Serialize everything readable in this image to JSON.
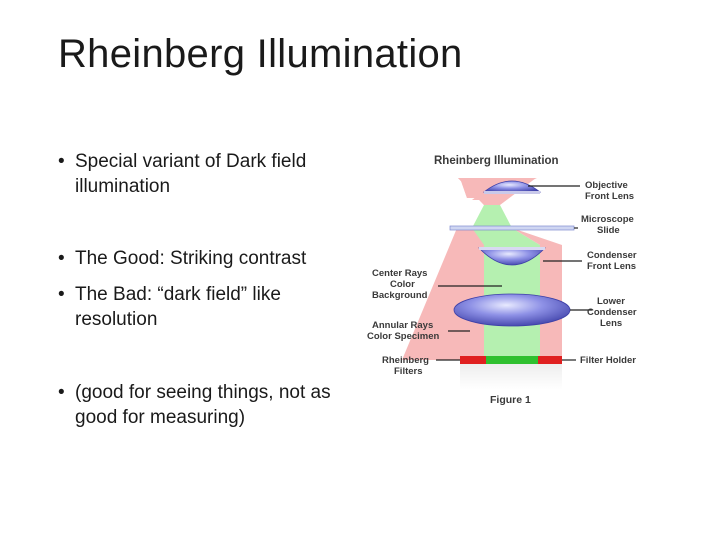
{
  "slide": {
    "title": "Rheinberg Illumination",
    "bullets": [
      {
        "marker": "•",
        "text": "Special variant of Dark field illumination"
      },
      {
        "marker": "•",
        "text": "The Good: Striking contrast"
      },
      {
        "marker": "•",
        "text": "The Bad:  “dark field” like resolution"
      },
      {
        "marker": "•",
        "text": "(good for seeing things, not as good for measuring)"
      }
    ]
  },
  "figure": {
    "title": "Rheinberg Illumination",
    "caption": "Figure 1",
    "labels": {
      "objective": [
        "Objective",
        "Front Lens"
      ],
      "slide": [
        "Microscope",
        "Slide"
      ],
      "condenser_front": [
        "Condenser",
        "Front Lens"
      ],
      "lower_condenser": [
        "Lower",
        "Condenser",
        "Lens"
      ],
      "filter_holder": [
        "Filter Holder"
      ],
      "center_rays": [
        "Center Rays",
        "Color",
        "Background"
      ],
      "annular_rays": [
        "Annular Rays",
        "Color Specimen"
      ],
      "filters": [
        "Rheinberg",
        "Filters"
      ]
    },
    "colors": {
      "center_rays": "#b5f0b0",
      "annular_rays": "#f7b9b9",
      "lens": "#6f72d6",
      "filter_red": "#e02020",
      "filter_green": "#2fc02f"
    }
  }
}
